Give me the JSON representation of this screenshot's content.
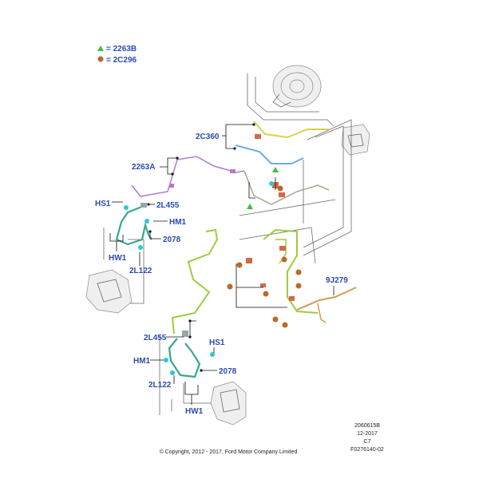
{
  "legend": [
    {
      "symbol": "triangle",
      "color": "#3fbf3f",
      "text": "= 2263B"
    },
    {
      "symbol": "circle",
      "color": "#b86a2a",
      "text": "= 2C296"
    }
  ],
  "callouts": {
    "c2C360": "2C360",
    "c2263A": "2263A",
    "cHS1_top": "HS1",
    "c2L455_top": "2L455",
    "cHM1_top": "HM1",
    "c2078_top": "2078",
    "cHW1_top": "HW1",
    "c2L122_top": "2L122",
    "c9J279": "9J279",
    "c2L455_bot": "2L455",
    "cHS1_bot": "HS1",
    "cHM1_bot": "HM1",
    "c2078_bot": "2078",
    "c2L122_bot": "2L122",
    "cHW1_bot": "HW1"
  },
  "stamp": {
    "line1": "2060615B",
    "line2": "12-2017",
    "line3": "C7",
    "line4": "F0276140-02"
  },
  "copyright": "© Copyright, 2012 - 2017, Ford Motor Company Limited",
  "colors": {
    "callout_blue": "#2b4bb0",
    "green_tube": "#9ccc3c",
    "teal_tube": "#3aa690",
    "yellow_tube": "#d9d24a",
    "blue_tube": "#6aaedc",
    "purple_tube": "#b27ad0",
    "orange_tube": "#d49a5a",
    "marker_green": "#3fbf3f",
    "marker_brown": "#b86a2a",
    "marker_cyan": "#2ac8d8"
  }
}
